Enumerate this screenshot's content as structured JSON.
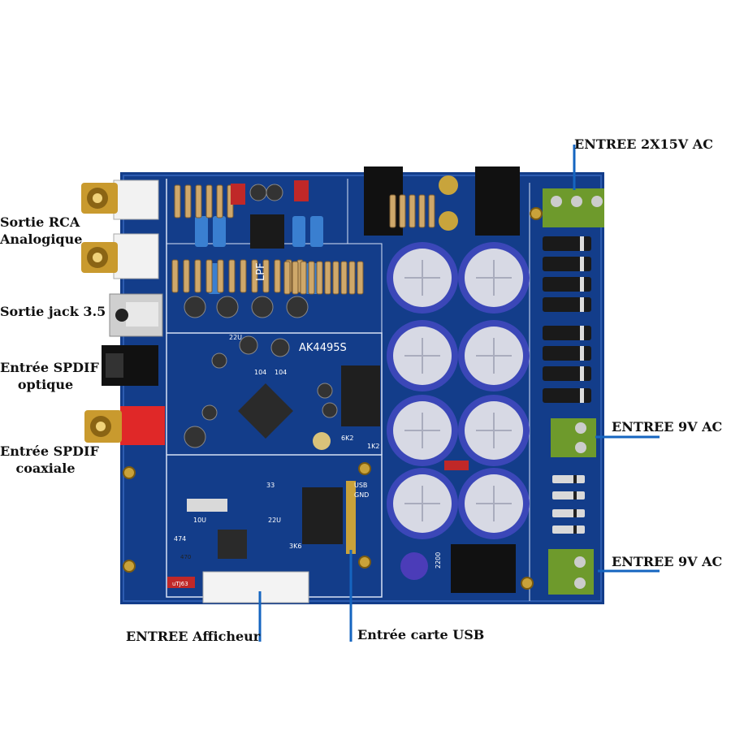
{
  "labels": {
    "rca": [
      "Sortie RCA",
      "Analogique"
    ],
    "jack": "Sortie jack 3.5",
    "spdif_opt": [
      "Entrée SPDIF",
      "optique"
    ],
    "spdif_coax": [
      "Entrée SPDIF",
      "coaxiale"
    ],
    "ac_2x15": "ENTREE 2X15V AC",
    "ac_9v_1": "ENTREE 9V AC",
    "ac_9v_2": "ENTREE 9V AC",
    "display": "ENTREE Afficheur",
    "usb": "Entrée carte USB"
  },
  "board_text": {
    "chip": "AK4495S",
    "lpf": "LPF",
    "v104a": "104",
    "v104b": "104",
    "v22u": "22U",
    "v33": "33",
    "gnd": "GND",
    "usb": "USB",
    "v470": "470",
    "v22u2": "22U",
    "v10u": "10U",
    "v1k2": "1K2",
    "v6k2": "6K2",
    "v3k6": "3K6",
    "v474": "474",
    "v2200": "2200",
    "u": "uTJ63"
  },
  "colors": {
    "board": "#123a86",
    "board_dark": "#0b2a66",
    "arrow": "#1565c0",
    "capacitor": "#3b47b8",
    "terminal": "#6e9a2c"
  }
}
